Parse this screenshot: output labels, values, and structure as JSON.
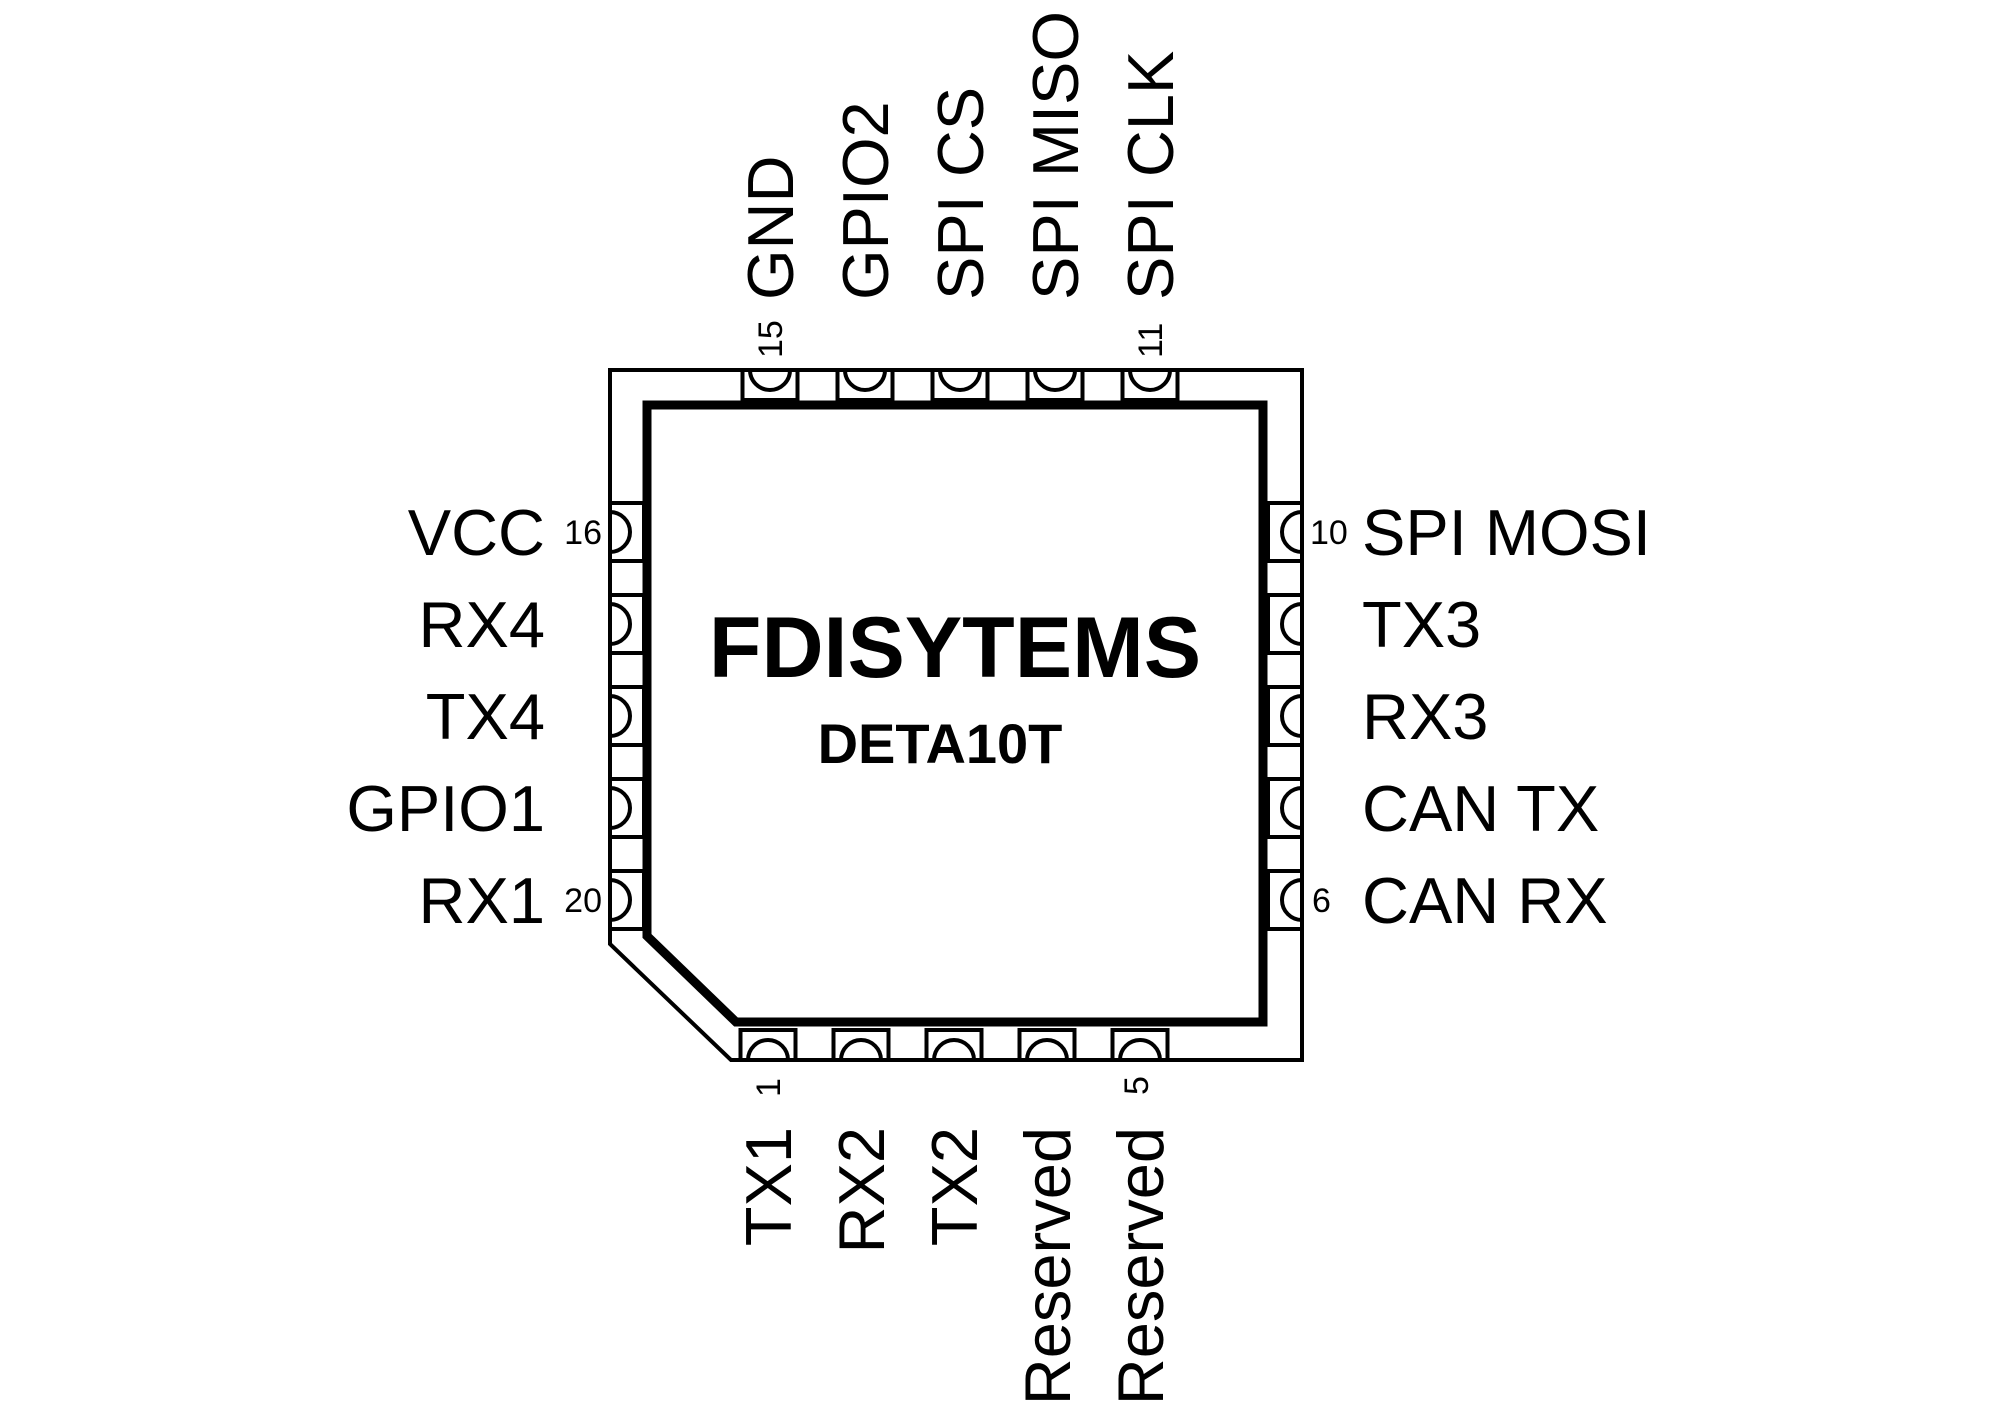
{
  "chip": {
    "brand": "FDISYTEMS",
    "model": "DETA10T",
    "package_style": "QFN-20 with chamfered pin-1 corner"
  },
  "colors": {
    "line": "#000000",
    "background": "#ffffff"
  },
  "pins": {
    "top": [
      {
        "number": "15",
        "label": "GND"
      },
      {
        "number": "",
        "label": "GPIO2"
      },
      {
        "number": "",
        "label": "SPI CS"
      },
      {
        "number": "",
        "label": "SPI MISO"
      },
      {
        "number": "11",
        "label": "SPI CLK"
      }
    ],
    "left": [
      {
        "number": "16",
        "label": "VCC"
      },
      {
        "number": "",
        "label": "RX4"
      },
      {
        "number": "",
        "label": "TX4"
      },
      {
        "number": "",
        "label": "GPIO1"
      },
      {
        "number": "20",
        "label": "RX1"
      }
    ],
    "right": [
      {
        "number": "10",
        "label": "SPI MOSI"
      },
      {
        "number": "",
        "label": "TX3"
      },
      {
        "number": "",
        "label": "RX3"
      },
      {
        "number": "",
        "label": "CAN TX"
      },
      {
        "number": "6",
        "label": "CAN RX"
      }
    ],
    "bottom": [
      {
        "number": "1",
        "label": "TX1"
      },
      {
        "number": "",
        "label": "RX2"
      },
      {
        "number": "",
        "label": "TX2"
      },
      {
        "number": "",
        "label": "Reserved"
      },
      {
        "number": "5",
        "label": "Reserved"
      }
    ]
  }
}
